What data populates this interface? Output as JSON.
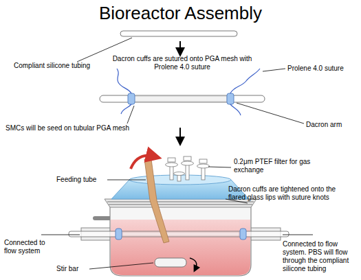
{
  "diagram": {
    "title": "Bioreactor Assembly",
    "labels": [
      "Compliant silicone tubing",
      "Dacron cuffs are sutured onto PGA mesh with Prolene 4.0 suture",
      "Prolene 4.0 suture",
      "SMCs will be seed on tubular PGA mesh",
      "Dacron arm",
      "Feeding tube",
      "0.2μm PTEF filter for gas exchange",
      "Dacron cuffs are tightened onto the flared glass lips with suture knots",
      "Connected to flow system",
      "Connected to flow system. PBS will flow through the compliant silicone tubing",
      "Stir bar"
    ]
  }
}
